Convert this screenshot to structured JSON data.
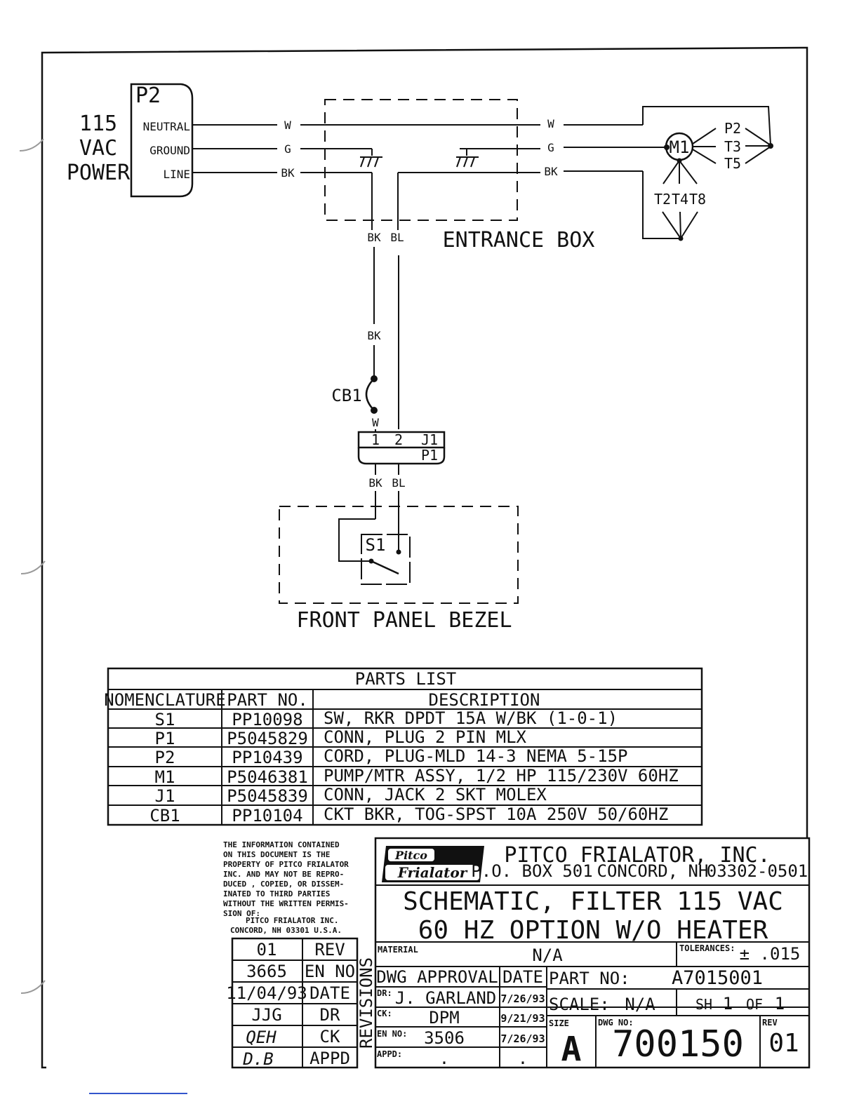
{
  "power": {
    "l1": "115",
    "l2": "VAC",
    "l3": "POWER",
    "plug": "P2",
    "neutral": "NEUTRAL",
    "ground": "GROUND",
    "line": "LINE"
  },
  "wires": {
    "w": "W",
    "g": "G",
    "bk": "BK",
    "bl": "BL"
  },
  "entrance_box": "ENTRANCE BOX",
  "motor": {
    "id": "M1",
    "p2": "P2",
    "t3": "T3",
    "t5": "T5",
    "t2": "T2",
    "t4": "T4",
    "t8": "T8"
  },
  "breaker": "CB1",
  "connector": {
    "pin1": "1",
    "pin2": "2",
    "j1": "J1",
    "p1": "P1"
  },
  "switch": "S1",
  "front_panel": "FRONT PANEL BEZEL",
  "parts_list": {
    "title": "PARTS LIST",
    "headers": [
      "NOMENCLATURE",
      "PART NO.",
      "DESCRIPTION"
    ],
    "rows": [
      [
        "S1",
        "PP10098",
        "SW, RKR DPDT 15A W/BK (1-0-1)"
      ],
      [
        "P1",
        "P5045829",
        "CONN, PLUG 2 PIN MLX"
      ],
      [
        "P2",
        "PP10439",
        "CORD, PLUG-MLD 14-3 NEMA 5-15P"
      ],
      [
        "M1",
        "P5046381",
        "PUMP/MTR ASSY, 1/2 HP 115/230V 60HZ"
      ],
      [
        "J1",
        "P5045839",
        "CONN, JACK 2 SKT MOLEX"
      ],
      [
        "CB1",
        "PP10104",
        "CKT BKR, TOG-SPST 10A 250V 50/60HZ"
      ]
    ]
  },
  "notice": [
    "THE INFORMATION CONTAINED",
    "ON THIS DOCUMENT IS THE",
    "PROPERTY OF PITCO FRIALATOR",
    "INC. AND MAY NOT BE REPRO-",
    "DUCED , COPIED, OR DISSEM-",
    "INATED TO THIRD PARTIES",
    "WITHOUT THE WRITTEN PERMIS-",
    "SION OF:",
    "PITCO FRIALATOR INC.",
    "CONCORD, NH  03301  U.S.A."
  ],
  "logo": {
    "line1": "Pitco",
    "line2": "Frialator"
  },
  "company": {
    "name": "PITCO FRIALATOR, INC.",
    "address": "P.O. BOX 501",
    "city": "CONCORD, NH",
    "zip": "03302-0501"
  },
  "title_lines": [
    "SCHEMATIC, FILTER 115 VAC",
    "60 HZ OPTION W/O HEATER"
  ],
  "revisions": {
    "side_label": "REVISIONS",
    "rows": [
      [
        "01",
        "REV"
      ],
      [
        "3665",
        "EN NO"
      ],
      [
        "11/04/93",
        "DATE"
      ],
      [
        "JJG",
        "DR"
      ],
      [
        "QEH",
        "CK"
      ],
      [
        "D.B",
        "APPD"
      ]
    ]
  },
  "title_block": {
    "material_label": "MATERIAL",
    "material_value": "N/A",
    "tolerances_label": "TOLERANCES:",
    "tolerances_value": "± .015",
    "dwg_approval": "DWG APPROVAL",
    "date_label": "DATE",
    "dr_label": "DR:",
    "dr_value": "J. GARLAND",
    "dr_date": "7/26/93",
    "ck_label": "CK:",
    "ck_value": "DPM",
    "ck_date": "9/21/93",
    "en_label": "EN NO:",
    "en_value": "3506",
    "en_date": "7/26/93",
    "appd_label": "APPD:",
    "appd_value": ".",
    "appd_date": ".",
    "part_no_label": "PART NO:",
    "part_no": "A7015001",
    "scale_label": "SCALE:",
    "scale_value": "N/A",
    "sheet_label": "SH",
    "sheet_no": "1",
    "of_label": "OF",
    "sheet_total": "1",
    "size_label": "SIZE",
    "size": "A",
    "dwg_no_label": "DWG NO:",
    "dwg_no": "700150",
    "rev_label": "REV",
    "rev": "01"
  }
}
